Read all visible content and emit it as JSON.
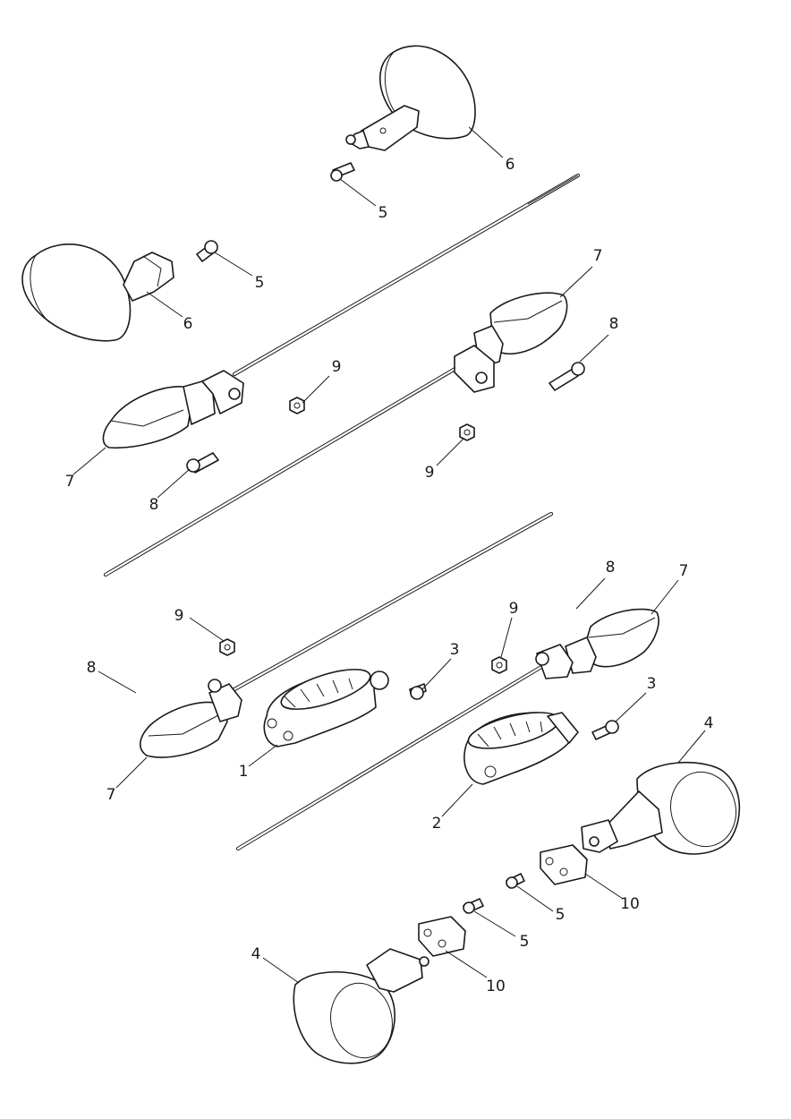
{
  "callouts": [
    {
      "id": "c1",
      "label": "6"
    },
    {
      "id": "c2",
      "label": "5"
    },
    {
      "id": "c3",
      "label": "5"
    },
    {
      "id": "c4",
      "label": "6"
    },
    {
      "id": "c5",
      "label": "7"
    },
    {
      "id": "c6",
      "label": "8"
    },
    {
      "id": "c7",
      "label": "9"
    },
    {
      "id": "c8",
      "label": "7"
    },
    {
      "id": "c9",
      "label": "8"
    },
    {
      "id": "c10",
      "label": "9"
    },
    {
      "id": "c11",
      "label": "8"
    },
    {
      "id": "c12",
      "label": "7"
    },
    {
      "id": "c13",
      "label": "9"
    },
    {
      "id": "c14",
      "label": "9"
    },
    {
      "id": "c15",
      "label": "8"
    },
    {
      "id": "c16",
      "label": "3"
    },
    {
      "id": "c17",
      "label": "3"
    },
    {
      "id": "c18",
      "label": "4"
    },
    {
      "id": "c19",
      "label": "1"
    },
    {
      "id": "c20",
      "label": "7"
    },
    {
      "id": "c21",
      "label": "2"
    },
    {
      "id": "c22",
      "label": "10"
    },
    {
      "id": "c23",
      "label": "5"
    },
    {
      "id": "c24",
      "label": "5"
    },
    {
      "id": "c25",
      "label": "4"
    },
    {
      "id": "c26",
      "label": "10"
    }
  ]
}
